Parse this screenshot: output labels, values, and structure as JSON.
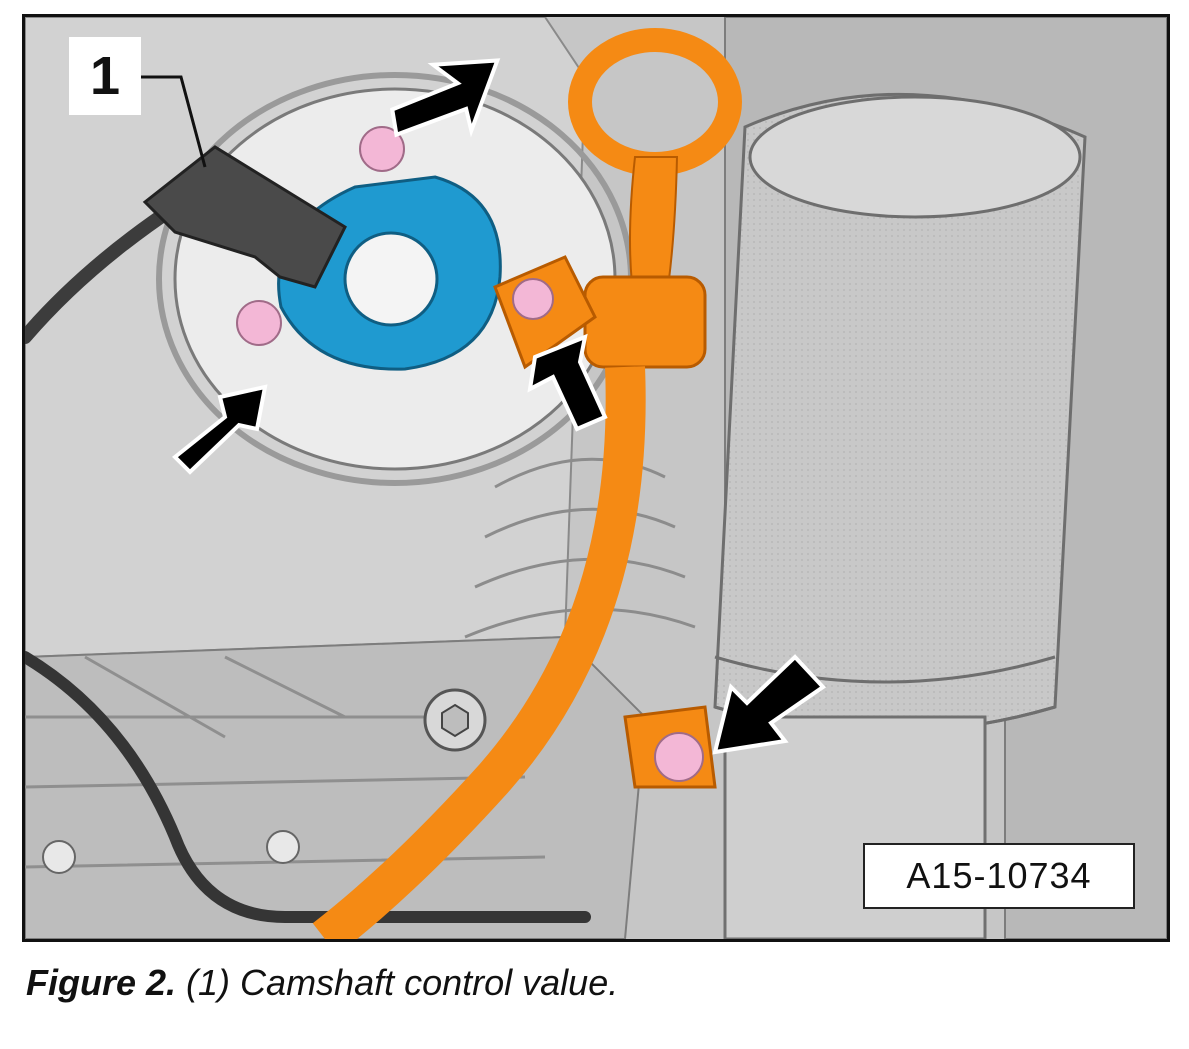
{
  "callout": {
    "label": "1"
  },
  "reference_code": "A15-10734",
  "caption": {
    "figure_label": "Figure 2.",
    "description": "(1) Camshaft control value."
  },
  "colors": {
    "dipstick": "#f58a14",
    "valve_plate": "#1f9ad0",
    "bolt": "#f3b7d6",
    "arrow": "#000000",
    "engine_gray": "#c9c9c9"
  }
}
